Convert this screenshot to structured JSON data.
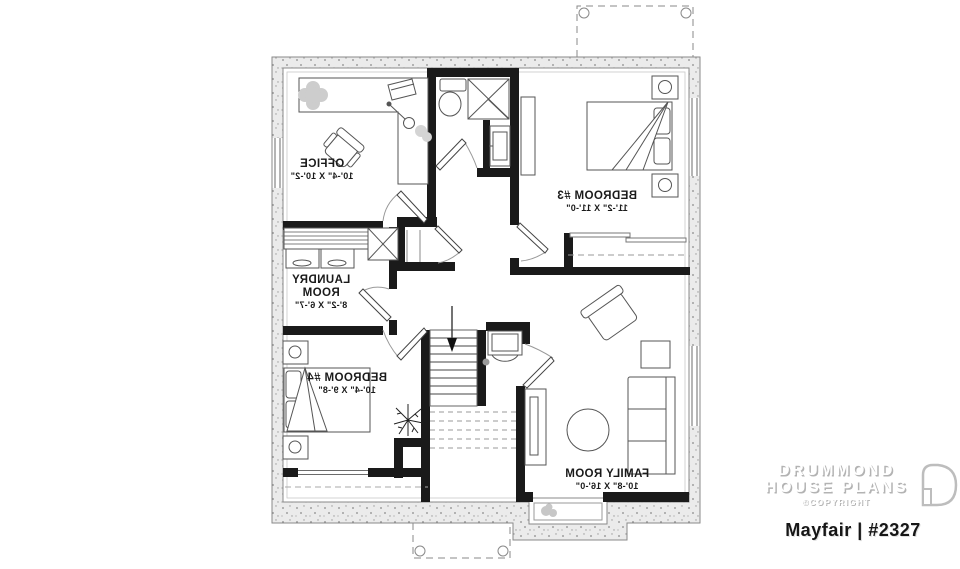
{
  "branding": {
    "name_line1": "DRUMMOND",
    "name_line2": "HOUSE PLANS",
    "copyright": "©COPYRIGHT",
    "plan_title": "Mayfair | #2327"
  },
  "rooms": {
    "office": {
      "name": "OFFICE",
      "dims": "10'-4\" X 10'-2\""
    },
    "bedroom3": {
      "name": "BEDROOM #3",
      "dims": "11'-2\" X 11'-0\""
    },
    "laundry": {
      "name_line1": "LAUNDRY",
      "name_line2": "ROOM",
      "dims": "8'-2\" X 6'-7\""
    },
    "bedroom4": {
      "name": "BEDROOM #4",
      "dims": "10'-4\" X 9'-8\""
    },
    "family": {
      "name": "FAMILY ROOM",
      "dims": "10'-8\" X 16'-0\""
    }
  },
  "colors": {
    "interior_wall": "#1a1a1a",
    "foundation_fill": "#ebebeb",
    "furniture_line": "#555555",
    "text": "#1a1a1a"
  }
}
